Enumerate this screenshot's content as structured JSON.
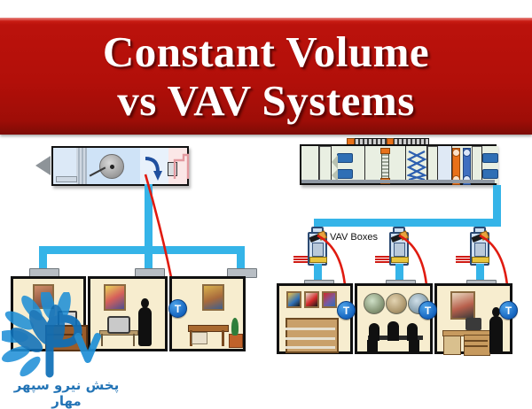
{
  "banner": {
    "line1": "Constant Volume",
    "line2": "vs VAV Systems",
    "bg_color": "#b20f09",
    "text_color": "#ffffff"
  },
  "diagram": {
    "labels": {
      "vav_boxes": "VAV Boxes"
    },
    "thermostat_glyph": "T",
    "colors": {
      "duct": "#35b4e8",
      "control_wire": "#e01b10",
      "thermostat": "#1565c0",
      "room_wall": "#f7edcf",
      "heating_coil": "#e8711a",
      "cooling_coil": "#3f6fc0"
    },
    "left_system": {
      "name": "Constant Volume system",
      "ahu_sections": [
        "intake",
        "filter",
        "supply-fan",
        "cooling-coil",
        "control-valve",
        "heating-coil"
      ],
      "thermostat_count": 1,
      "rooms": [
        {
          "name": "office-room-1",
          "has_thermostat": false
        },
        {
          "name": "office-room-2",
          "has_thermostat": false
        },
        {
          "name": "office-room-3",
          "has_thermostat": true
        }
      ]
    },
    "right_system": {
      "name": "VAV system",
      "ahu_sections": [
        "return-fan",
        "filter",
        "mixing-box",
        "humidifier",
        "heat-exchanger",
        "filter",
        "heating-coil",
        "cooling-coil",
        "filter",
        "supply-fan"
      ],
      "vav_box_count": 3,
      "thermostat_count": 3,
      "rooms": [
        {
          "name": "storage-room",
          "has_thermostat": true
        },
        {
          "name": "meeting-room",
          "has_thermostat": true
        },
        {
          "name": "office-room",
          "has_thermostat": true
        }
      ]
    }
  },
  "watermark": {
    "company_text": "پخش نیرو سپهر مهار",
    "monogram": "PN",
    "color": "#1169b0"
  }
}
